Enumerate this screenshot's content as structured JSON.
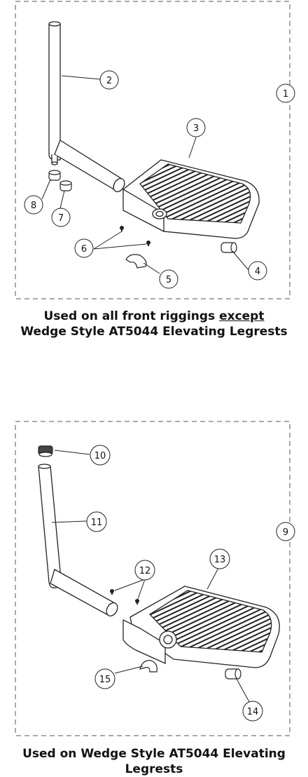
{
  "diagram_top": {
    "callouts": [
      "1",
      "2",
      "3",
      "4",
      "5",
      "6",
      "7",
      "8"
    ],
    "caption_line1_pre": "Used on all front riggings ",
    "caption_line1_em": "except",
    "caption_line2": "Wedge Style AT5044 Elevating Legrests"
  },
  "diagram_bottom": {
    "callouts": [
      "9",
      "10",
      "11",
      "12",
      "13",
      "14",
      "15"
    ],
    "caption": "Used on Wedge Style AT5044 Elevating Legrests"
  }
}
